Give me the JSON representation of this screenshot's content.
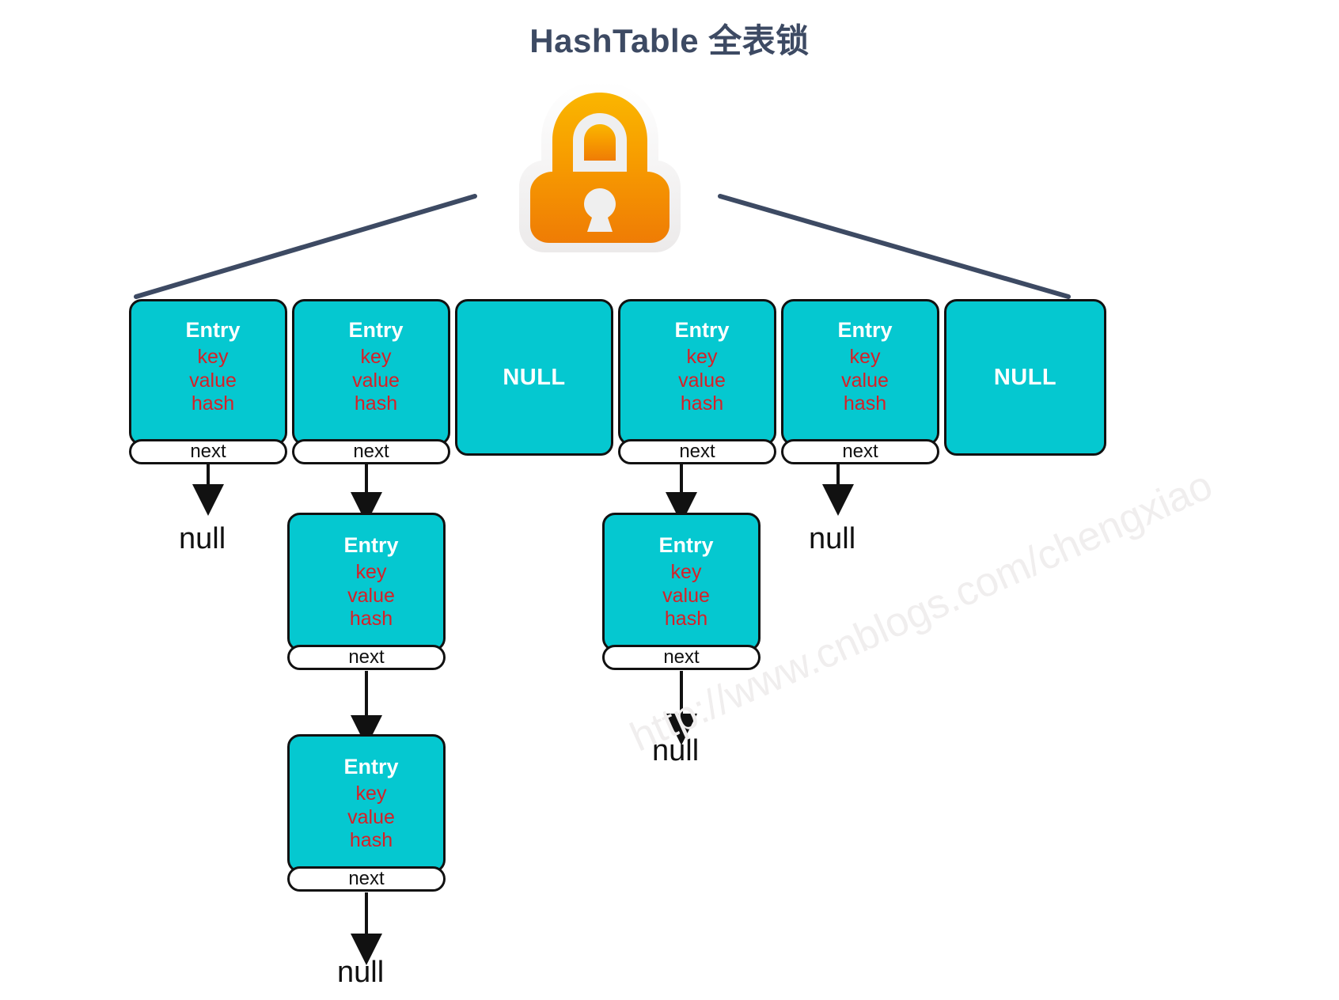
{
  "page": {
    "title": "HashTable 全表锁",
    "watermark": "http://www.cnblogs.com/chengxiao"
  },
  "colors": {
    "title": "#3d4a63",
    "cell_fill": "#05c8d0",
    "cell_border": "#111111",
    "entry_label": "#ffffff",
    "field_text": "#d81f26",
    "connector": "#3d4a63",
    "arrow": "#111111",
    "lock_top": "#f9b200",
    "lock_bottom": "#f07c00",
    "watermark": "#f0eeee"
  },
  "lock": {
    "icon": "padlock-icon",
    "state": "locked"
  },
  "labels": {
    "entry": "Entry",
    "key": "key",
    "value": "value",
    "hash": "hash",
    "next": "next",
    "null_cell": "NULL",
    "null_pointer": "null"
  },
  "table": {
    "slots": [
      {
        "index": 0,
        "type": "entry",
        "title": "Entry",
        "fields": [
          "key",
          "value",
          "hash"
        ],
        "next_label": "next",
        "next_target": "null"
      },
      {
        "index": 1,
        "type": "entry",
        "title": "Entry",
        "fields": [
          "key",
          "value",
          "hash"
        ],
        "next_label": "next",
        "next_target": "node"
      },
      {
        "index": 2,
        "type": "null",
        "title": "NULL"
      },
      {
        "index": 3,
        "type": "entry",
        "title": "Entry",
        "fields": [
          "key",
          "value",
          "hash"
        ],
        "next_label": "next",
        "next_target": "node"
      },
      {
        "index": 4,
        "type": "entry",
        "title": "Entry",
        "fields": [
          "key",
          "value",
          "hash"
        ],
        "next_label": "next",
        "next_target": "null"
      },
      {
        "index": 5,
        "type": "null",
        "title": "NULL"
      }
    ]
  },
  "chains": [
    {
      "from_slot": 0,
      "nodes": [],
      "terminator": "null"
    },
    {
      "from_slot": 1,
      "nodes": [
        {
          "title": "Entry",
          "fields": [
            "key",
            "value",
            "hash"
          ],
          "next_label": "next"
        },
        {
          "title": "Entry",
          "fields": [
            "key",
            "value",
            "hash"
          ],
          "next_label": "next"
        }
      ],
      "terminator": "null"
    },
    {
      "from_slot": 3,
      "nodes": [
        {
          "title": "Entry",
          "fields": [
            "key",
            "value",
            "hash"
          ],
          "next_label": "next"
        }
      ],
      "terminator": "null"
    },
    {
      "from_slot": 4,
      "nodes": [],
      "terminator": "null"
    }
  ]
}
